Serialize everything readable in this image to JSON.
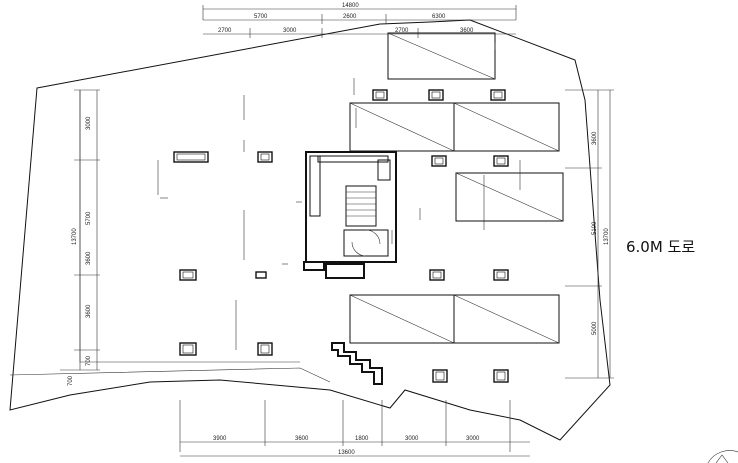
{
  "dimensions": {
    "top_total": "14800",
    "top_segments": [
      "5700",
      "2600",
      "6300"
    ],
    "top_sub": [
      "2700",
      "3000",
      "2700",
      "3600"
    ],
    "bottom_total": "13600",
    "bottom_segments": [
      "3900",
      "3600",
      "1800",
      "3000",
      "3000"
    ],
    "left_total": "13700",
    "left_segments": [
      "3000",
      "5700",
      "3600",
      "3600",
      "700",
      "700"
    ],
    "right_total": "13700",
    "right_segments": [
      "3600",
      "5100",
      "5000"
    ]
  },
  "road_label": "6.0M  도로"
}
